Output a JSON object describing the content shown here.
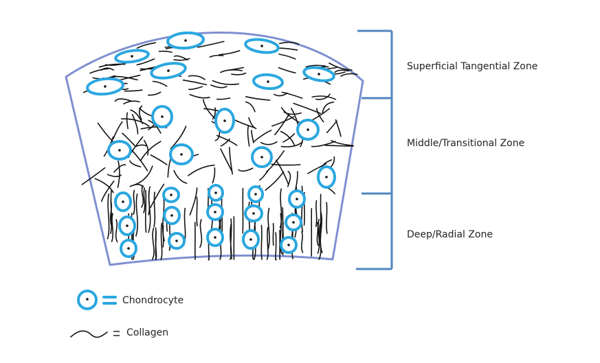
{
  "zones": [
    {
      "id": "superficial",
      "label": "Superficial Tangential Zone"
    },
    {
      "id": "middle",
      "label": "Middle/Transitional Zone"
    },
    {
      "id": "deep",
      "label": "Deep/Radial Zone"
    }
  ],
  "legend": {
    "chondrocyte_label": "Chondrocyte",
    "collagen_label": "Collagen"
  },
  "colors": {
    "outline": "#7f8fd0",
    "bracket": "#4f86c0",
    "cell": "#2aa7e0",
    "collagen": "#111111"
  },
  "icons": [
    "chondrocyte-icon",
    "collagen-fiber-icon",
    "equals-icon",
    "zone-bracket"
  ]
}
